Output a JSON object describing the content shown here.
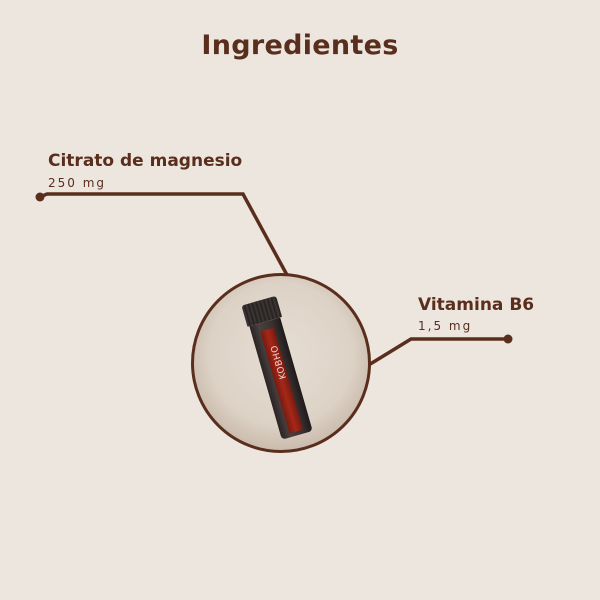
{
  "title": "Ingredientes",
  "ingredients": [
    {
      "name": "Citrato de magnesio",
      "amount": "250 mg"
    },
    {
      "name": "Vitamina B6",
      "amount": "1,5 mg"
    }
  ],
  "product": {
    "image": "product-vial",
    "brand": "KOBHO"
  },
  "colors": {
    "background": "#ECE6DF",
    "accent": "#5A2E1C"
  }
}
